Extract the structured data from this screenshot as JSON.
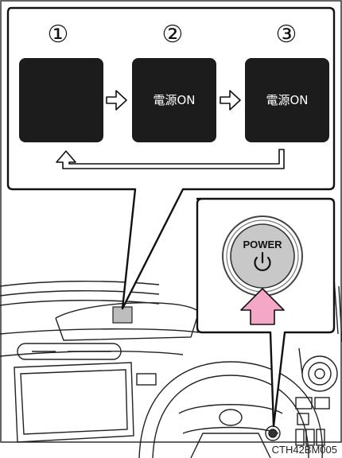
{
  "steps": [
    {
      "number": "①",
      "display_text": ""
    },
    {
      "number": "②",
      "display_text": "電源ON"
    },
    {
      "number": "③",
      "display_text": "電源ON"
    }
  ],
  "power_button": {
    "label": "POWER",
    "symbol": "⏻"
  },
  "figure_code": "CTH42BM005",
  "colors": {
    "display_dark": "#1c1c1c",
    "button_gray": "#c8c8c8",
    "arrow_pink": "#f4a7c6",
    "indicator_gray": "#bdbdbd"
  },
  "icons": [
    "arrow-right-icon",
    "return-arrow-icon",
    "power-symbol-icon",
    "press-arrow-icon"
  ]
}
